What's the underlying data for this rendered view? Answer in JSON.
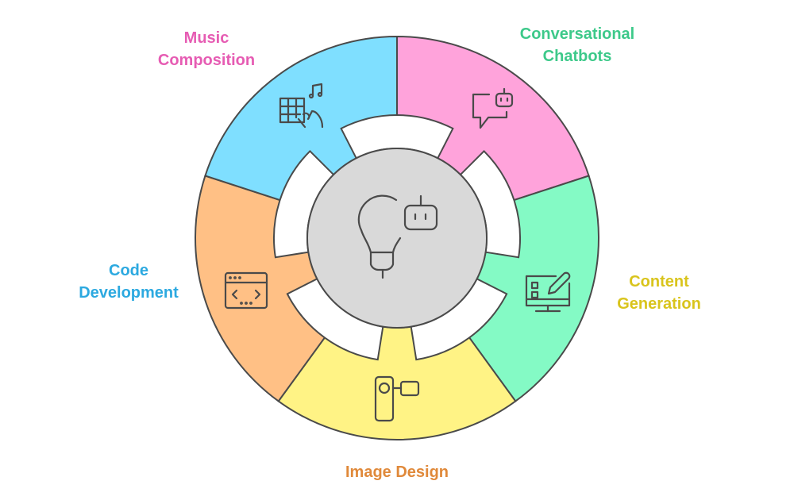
{
  "center": {
    "icon": "lightbulb-robot-icon",
    "fill": "#D9D9D9"
  },
  "segments": [
    {
      "id": "music",
      "line1": "Music",
      "line2": "Composition",
      "fill": "#FFA3DB",
      "text_color": "#E65CB3",
      "icon": "music-grid-hand-icon"
    },
    {
      "id": "chatbots",
      "line1": "Conversational",
      "line2": "Chatbots",
      "fill": "#84FAC5",
      "text_color": "#3DC98A",
      "icon": "chat-bubble-robot-icon"
    },
    {
      "id": "content",
      "line1": "Content",
      "line2": "Generation",
      "fill": "#FFF385",
      "text_color": "#D9C41C",
      "icon": "monitor-pencil-icon"
    },
    {
      "id": "image",
      "line1": "Image Design",
      "line2": "",
      "fill": "#FFC085",
      "text_color": "#E0893A",
      "icon": "video-camera-icon"
    },
    {
      "id": "code",
      "line1": "Code",
      "line2": "Development",
      "fill": "#7FDFFF",
      "text_color": "#2CA9E0",
      "icon": "code-window-icon"
    }
  ]
}
